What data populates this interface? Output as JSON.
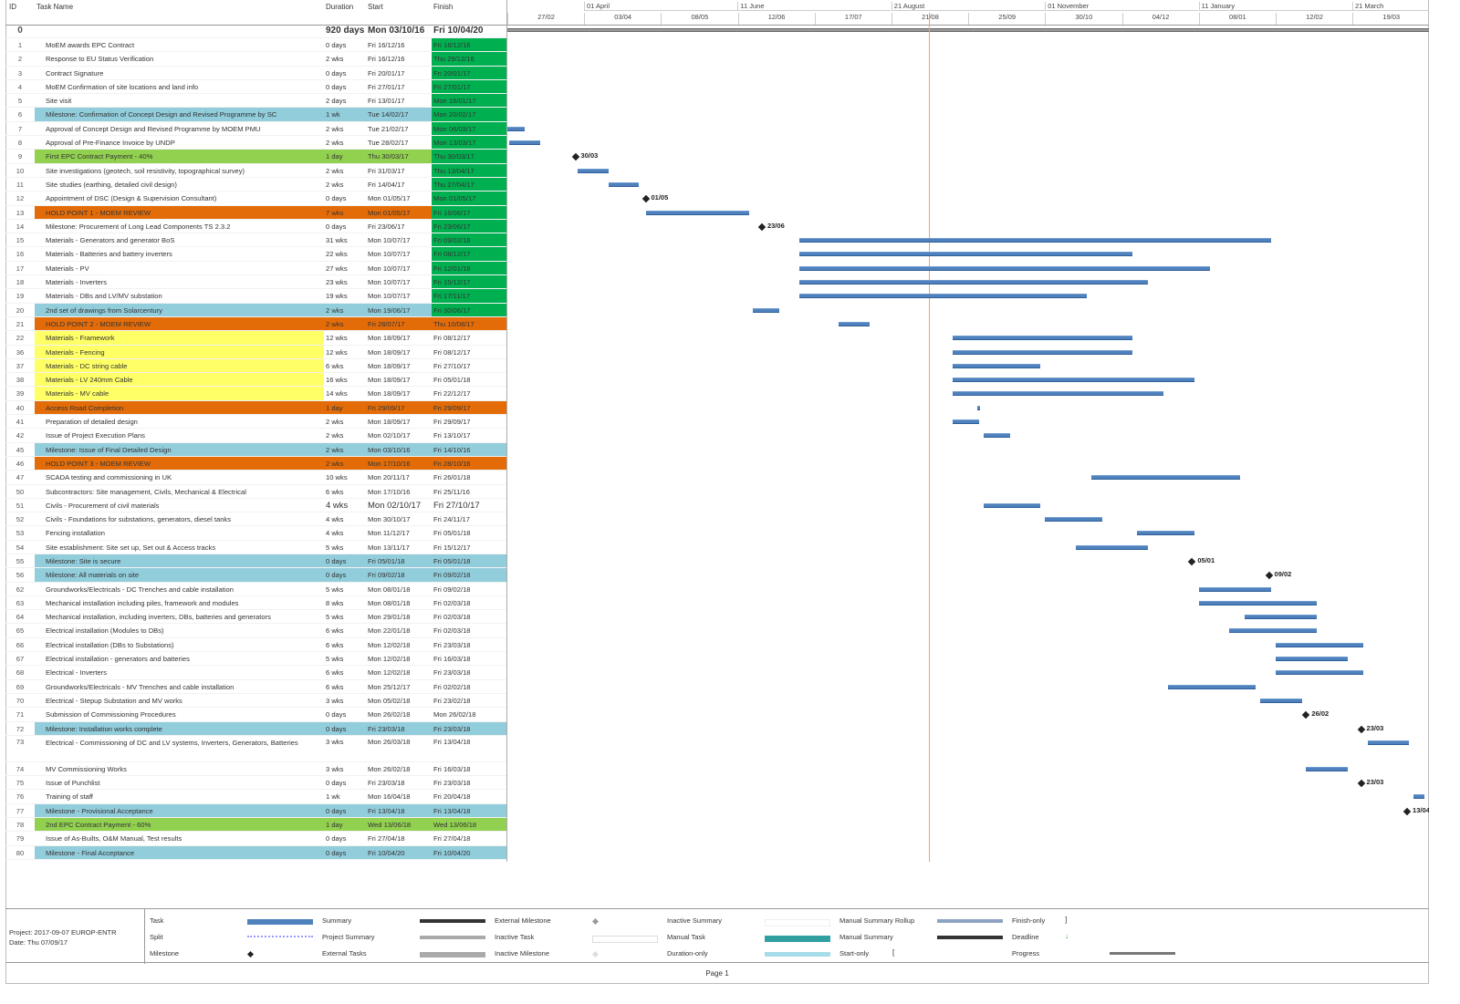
{
  "colors": {
    "blue": "#92cddc",
    "green": "#92d050",
    "orange": "#e36c09",
    "yellow": "#ffff66",
    "finish_green": "#00b050",
    "bar": "#4f81bd",
    "status_line": "#f4a460"
  },
  "header": {
    "id": "ID",
    "name": "Task Name",
    "duration": "Duration",
    "start": "Start",
    "finish": "Finish"
  },
  "timescale": {
    "major": [
      "01 April",
      "11 June",
      "21 August",
      "01 November",
      "11 January",
      "21 March"
    ],
    "minor": [
      "27/02",
      "03/04",
      "08/05",
      "12/06",
      "17/07",
      "21/08",
      "25/09",
      "30/10",
      "04/12",
      "08/01",
      "12/02",
      "19/03"
    ],
    "status_date": "07/09/17"
  },
  "summary": {
    "id": "0",
    "duration": "920 days",
    "start": "Mon 03/10/16",
    "finish": "Fri 10/04/20"
  },
  "tasks": [
    {
      "id": "1",
      "name": "MoEM awards EPC Contract",
      "dur": "0 days",
      "start": "Fri 16/12/16",
      "finish": "Fri 16/12/16",
      "hl": "",
      "fg": true
    },
    {
      "id": "2",
      "name": "Response to EU Status Verification",
      "dur": "2 wks",
      "start": "Fri 16/12/16",
      "finish": "Thu 29/12/16",
      "hl": "",
      "fg": true
    },
    {
      "id": "3",
      "name": "Contract Signature",
      "dur": "0 days",
      "start": "Fri 20/01/17",
      "finish": "Fri 20/01/17",
      "hl": "",
      "fg": true
    },
    {
      "id": "4",
      "name": "MoEM Confirmation of site locations and land info",
      "dur": "0 days",
      "start": "Fri 27/01/17",
      "finish": "Fri 27/01/17",
      "hl": "",
      "fg": true
    },
    {
      "id": "5",
      "name": "Site visit",
      "dur": "2 days",
      "start": "Fri 13/01/17",
      "finish": "Mon 16/01/17",
      "hl": "",
      "fg": true
    },
    {
      "id": "6",
      "name": "Milestone: Confirmation of Concept Design and Revised Programme by SC",
      "dur": "1 wk",
      "start": "Tue 14/02/17",
      "finish": "Mon 20/02/17",
      "hl": "blue",
      "fg": true
    },
    {
      "id": "7",
      "name": "Approval of Concept Design and Revised Programme by MOEM PMU",
      "dur": "2 wks",
      "start": "Tue 21/02/17",
      "finish": "Mon 06/03/17",
      "hl": "",
      "fg": true
    },
    {
      "id": "8",
      "name": "Approval of Pre-Finance Invoice by UNDP",
      "dur": "2 wks",
      "start": "Tue 28/02/17",
      "finish": "Mon 13/03/17",
      "hl": "",
      "fg": true
    },
    {
      "id": "9",
      "name": "First EPC Contract Payment - 40%",
      "dur": "1 day",
      "start": "Thu 30/03/17",
      "finish": "Thu 30/03/17",
      "hl": "green",
      "fg": true,
      "ms": "30/03"
    },
    {
      "id": "10",
      "name": "Site investigations (geotech, soil resistivity, topographical survey)",
      "dur": "2 wks",
      "start": "Fri 31/03/17",
      "finish": "Thu 13/04/17",
      "hl": "",
      "fg": true
    },
    {
      "id": "11",
      "name": "Site studies (earthing, detailed civil design)",
      "dur": "2 wks",
      "start": "Fri 14/04/17",
      "finish": "Thu 27/04/17",
      "hl": "",
      "fg": true
    },
    {
      "id": "12",
      "name": "Appointment of DSC (Design & Supervision Consultant)",
      "dur": "0 days",
      "start": "Mon 01/05/17",
      "finish": "Mon 01/05/17",
      "hl": "",
      "fg": true,
      "ms": "01/05"
    },
    {
      "id": "13",
      "name": "HOLD POINT 1 - MOEM REVIEW",
      "dur": "7 wks",
      "start": "Mon 01/05/17",
      "finish": "Fri 16/06/17",
      "hl": "orange",
      "fg": true
    },
    {
      "id": "14",
      "name": "Milestone: Procurement of Long Lead Components TS 2.3.2",
      "dur": "0 days",
      "start": "Fri 23/06/17",
      "finish": "Fri 23/06/17",
      "hl": "",
      "fg": true,
      "ms": "23/06"
    },
    {
      "id": "15",
      "name": "Materials - Generators and generator BoS",
      "dur": "31 wks",
      "start": "Mon 10/07/17",
      "finish": "Fri 09/02/18",
      "hl": "",
      "fg": true
    },
    {
      "id": "16",
      "name": "Materials - Batteries and battery inverters",
      "dur": "22 wks",
      "start": "Mon 10/07/17",
      "finish": "Fri 08/12/17",
      "hl": "",
      "fg": true
    },
    {
      "id": "17",
      "name": "Materials - PV",
      "dur": "27 wks",
      "start": "Mon 10/07/17",
      "finish": "Fri 12/01/18",
      "hl": "",
      "fg": true
    },
    {
      "id": "18",
      "name": "Materials - Inverters",
      "dur": "23 wks",
      "start": "Mon 10/07/17",
      "finish": "Fri 15/12/17",
      "hl": "",
      "fg": true
    },
    {
      "id": "19",
      "name": "Materials - DBs and LV/MV substation",
      "dur": "19 wks",
      "start": "Mon 10/07/17",
      "finish": "Fri 17/11/17",
      "hl": "",
      "fg": true
    },
    {
      "id": "20",
      "name": "2nd set of drawings from Solarcentury",
      "dur": "2 wks",
      "start": "Mon 19/06/17",
      "finish": "Fri 30/06/17",
      "hl": "blue",
      "fg": true
    },
    {
      "id": "21",
      "name": "HOLD POINT 2 - MOEM REVIEW",
      "dur": "2 wks",
      "start": "Fri 28/07/17",
      "finish": "Thu 10/08/17",
      "hl": "orange",
      "fg": false
    },
    {
      "id": "22",
      "name": "Materials - Framework",
      "dur": "12 wks",
      "start": "Mon 18/09/17",
      "finish": "Fri 08/12/17",
      "hl": "yellow",
      "fg": false
    },
    {
      "id": "36",
      "name": "Materials - Fencing",
      "dur": "12 wks",
      "start": "Mon 18/09/17",
      "finish": "Fri 08/12/17",
      "hl": "yellow",
      "fg": false
    },
    {
      "id": "37",
      "name": "Materials - DC string cable",
      "dur": "6 wks",
      "start": "Mon 18/09/17",
      "finish": "Fri 27/10/17",
      "hl": "yellow",
      "fg": false
    },
    {
      "id": "38",
      "name": "Materials - LV 240mm Cable",
      "dur": "16 wks",
      "start": "Mon 18/09/17",
      "finish": "Fri 05/01/18",
      "hl": "yellow",
      "fg": false
    },
    {
      "id": "39",
      "name": "Materials - MV cable",
      "dur": "14 wks",
      "start": "Mon 18/09/17",
      "finish": "Fri 22/12/17",
      "hl": "yellow",
      "fg": false
    },
    {
      "id": "40",
      "name": "Access Road Completion",
      "dur": "1 day",
      "start": "Fri 29/09/17",
      "finish": "Fri 29/09/17",
      "hl": "orange",
      "fg": false
    },
    {
      "id": "41",
      "name": "Preparation of detailed design",
      "dur": "2 wks",
      "start": "Mon 18/09/17",
      "finish": "Fri 29/09/17",
      "hl": "",
      "fg": false
    },
    {
      "id": "42",
      "name": "Issue of Project Execution Plans",
      "dur": "2 wks",
      "start": "Mon 02/10/17",
      "finish": "Fri 13/10/17",
      "hl": "",
      "fg": false
    },
    {
      "id": "45",
      "name": "Milestone: Issue of Final Detailed Design",
      "dur": "2 wks",
      "start": "Mon 03/10/16",
      "finish": "Fri 14/10/16",
      "hl": "blue",
      "fg": false
    },
    {
      "id": "46",
      "name": "HOLD POINT 3 - MOEM REVIEW",
      "dur": "2 wks",
      "start": "Mon 17/10/16",
      "finish": "Fri 28/10/16",
      "hl": "orange",
      "fg": false
    },
    {
      "id": "47",
      "name": "SCADA testing and commissioning in UK",
      "dur": "10 wks",
      "start": "Mon 20/11/17",
      "finish": "Fri 26/01/18",
      "hl": "",
      "fg": false
    },
    {
      "id": "50",
      "name": "Subcontractors: Site management, Civils, Mechanical & Electrical",
      "dur": "6 wks",
      "start": "Mon 17/10/16",
      "finish": "Fri 25/11/16",
      "hl": "",
      "fg": false
    },
    {
      "id": "51",
      "name": "Civils - Procurement of civil materials",
      "dur": "4 wks",
      "start": "Mon 02/10/17",
      "finish": "Fri 27/10/17",
      "hl": "",
      "fg": false
    },
    {
      "id": "52",
      "name": "Civils - Foundations for substations, generators, diesel tanks",
      "dur": "4 wks",
      "start": "Mon 30/10/17",
      "finish": "Fri 24/11/17",
      "hl": "",
      "fg": false
    },
    {
      "id": "53",
      "name": "Fencing installation",
      "dur": "4 wks",
      "start": "Mon 11/12/17",
      "finish": "Fri 05/01/18",
      "hl": "",
      "fg": false
    },
    {
      "id": "54",
      "name": "Site establishment: Site set up, Set out & Access tracks",
      "dur": "5 wks",
      "start": "Mon 13/11/17",
      "finish": "Fri 15/12/17",
      "hl": "",
      "fg": false
    },
    {
      "id": "55",
      "name": "Milestone: Site is secure",
      "dur": "0 days",
      "start": "Fri 05/01/18",
      "finish": "Fri 05/01/18",
      "hl": "blue",
      "fg": false,
      "ms": "05/01"
    },
    {
      "id": "56",
      "name": "Milestone: All materials on site",
      "dur": "0 days",
      "start": "Fri 09/02/18",
      "finish": "Fri 09/02/18",
      "hl": "blue",
      "fg": false,
      "ms": "09/02"
    },
    {
      "id": "62",
      "name": "Groundworks/Electricals - DC Trenches and cable installation",
      "dur": "5 wks",
      "start": "Mon 08/01/18",
      "finish": "Fri 09/02/18",
      "hl": "",
      "fg": false
    },
    {
      "id": "63",
      "name": "Mechanical installation including piles, framework and modules",
      "dur": "8 wks",
      "start": "Mon 08/01/18",
      "finish": "Fri 02/03/18",
      "hl": "",
      "fg": false
    },
    {
      "id": "64",
      "name": "Mechanical installation, including inverters, DBs, batteries and generators",
      "dur": "5 wks",
      "start": "Mon 29/01/18",
      "finish": "Fri 02/03/18",
      "hl": "",
      "fg": false
    },
    {
      "id": "65",
      "name": "Electrical installation (Modules to DBs)",
      "dur": "6 wks",
      "start": "Mon 22/01/18",
      "finish": "Fri 02/03/18",
      "hl": "",
      "fg": false
    },
    {
      "id": "66",
      "name": "Electrical installation (DBs to Substations)",
      "dur": "6 wks",
      "start": "Mon 12/02/18",
      "finish": "Fri 23/03/18",
      "hl": "",
      "fg": false
    },
    {
      "id": "67",
      "name": "Electrical installation - generators and batteries",
      "dur": "5 wks",
      "start": "Mon 12/02/18",
      "finish": "Fri 16/03/18",
      "hl": "",
      "fg": false
    },
    {
      "id": "68",
      "name": "Electrical - Inverters",
      "dur": "6 wks",
      "start": "Mon 12/02/18",
      "finish": "Fri 23/03/18",
      "hl": "",
      "fg": false
    },
    {
      "id": "69",
      "name": "Groundworks/Electricals - MV Trenches and cable installation",
      "dur": "6 wks",
      "start": "Mon 25/12/17",
      "finish": "Fri 02/02/18",
      "hl": "",
      "fg": false
    },
    {
      "id": "70",
      "name": "Electrical - Stepup Substation and MV works",
      "dur": "3 wks",
      "start": "Mon 05/02/18",
      "finish": "Fri 23/02/18",
      "hl": "",
      "fg": false
    },
    {
      "id": "71",
      "name": "Submission of Commissioning Procedures",
      "dur": "0 days",
      "start": "Mon 26/02/18",
      "finish": "Mon 26/02/18",
      "hl": "",
      "fg": false,
      "ms": "26/02"
    },
    {
      "id": "72",
      "name": "Milestone: Installation works complete",
      "dur": "0 days",
      "start": "Fri 23/03/18",
      "finish": "Fri 23/03/18",
      "hl": "blue",
      "fg": false,
      "ms": "23/03"
    },
    {
      "id": "73",
      "name": "Electrical - Commissioning of DC and LV systems, Inverters, Generators, Batteries",
      "dur": "3 wks",
      "start": "Mon 26/03/18",
      "finish": "Fri 13/04/18",
      "hl": "",
      "fg": false
    },
    {
      "id": "74",
      "name": "MV Commissioning Works",
      "dur": "3 wks",
      "start": "Mon 26/02/18",
      "finish": "Fri 16/03/18",
      "hl": "",
      "fg": false
    },
    {
      "id": "75",
      "name": "Issue of Punchlist",
      "dur": "0 days",
      "start": "Fri 23/03/18",
      "finish": "Fri 23/03/18",
      "hl": "",
      "fg": false,
      "ms": "23/03"
    },
    {
      "id": "76",
      "name": "Training of staff",
      "dur": "1 wk",
      "start": "Mon 16/04/18",
      "finish": "Fri 20/04/18",
      "hl": "",
      "fg": false
    },
    {
      "id": "77",
      "name": "Milestone - Provisional Acceptance",
      "dur": "0 days",
      "start": "Fri 13/04/18",
      "finish": "Fri 13/04/18",
      "hl": "blue",
      "fg": false,
      "ms": "13/04"
    },
    {
      "id": "78",
      "name": "2nd EPC Contract Payment - 60%",
      "dur": "1 day",
      "start": "Wed 13/06/18",
      "finish": "Wed 13/06/18",
      "hl": "green",
      "fg": false
    },
    {
      "id": "79",
      "name": "Issue of As-Builts, O&M Manual, Test results",
      "dur": "0 days",
      "start": "Fri 27/04/18",
      "finish": "Fri 27/04/18",
      "hl": "",
      "fg": false
    },
    {
      "id": "80",
      "name": "Milestone - Final Acceptance",
      "dur": "0 days",
      "start": "Fri 10/04/20",
      "finish": "Fri 10/04/20",
      "hl": "blue",
      "fg": false
    }
  ],
  "legend": {
    "project": "Project: 2017-09-07 EUROP-ENTR",
    "date": "Date: Thu 07/09/17",
    "items": [
      {
        "label": "Task",
        "sw": "task"
      },
      {
        "label": "Split",
        "sw": "split"
      },
      {
        "label": "Milestone",
        "sw": "ms"
      },
      {
        "label": "Summary",
        "sw": "summary"
      },
      {
        "label": "Project Summary",
        "sw": "psummary"
      },
      {
        "label": "External Tasks",
        "sw": "ext"
      },
      {
        "label": "External Milestone",
        "sw": "extms"
      },
      {
        "label": "Inactive Task",
        "sw": "inact"
      },
      {
        "label": "Inactive Milestone",
        "sw": "inactms"
      },
      {
        "label": "Inactive Summary",
        "sw": "inactsum"
      },
      {
        "label": "Manual Task",
        "sw": "manual"
      },
      {
        "label": "Duration-only",
        "sw": "duronly"
      },
      {
        "label": "Manual Summary Rollup",
        "sw": "rollup"
      },
      {
        "label": "Manual Summary",
        "sw": "msum"
      },
      {
        "label": "Start-only",
        "sw": "startonly",
        "glyph": "["
      },
      {
        "label": "Finish-only",
        "sw": "finonly",
        "glyph": "]"
      },
      {
        "label": "Deadline",
        "sw": "deadline",
        "glyph": "↓"
      },
      {
        "label": "Progress",
        "sw": "progress"
      }
    ]
  },
  "footer": {
    "page": "Page 1"
  }
}
